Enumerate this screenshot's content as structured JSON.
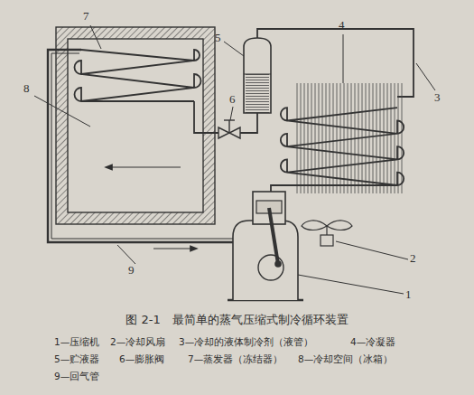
{
  "diagram": {
    "caption": "图 2-1　最简单的蒸气压缩式制冷循环装置",
    "labels": [
      "7",
      "5",
      "6",
      "4",
      "8",
      "3",
      "2",
      "1",
      "9",
      "1—压缩机",
      "2—冷却风扇",
      "3—冷却的液体制冷剂（液管）",
      "4—冷凝器",
      "5—贮液器",
      "6—膨胀阀",
      "7—蒸发器（冻结器）",
      "8—冷却空间（冰箱）",
      "9—回气管"
    ]
  }
}
